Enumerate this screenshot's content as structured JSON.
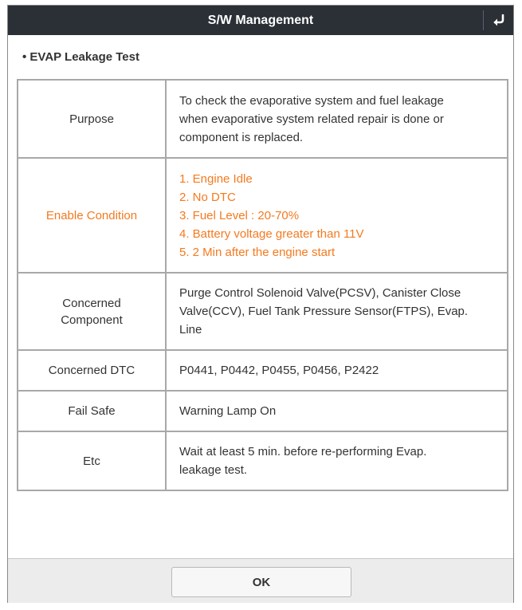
{
  "dialog": {
    "title": "S/W Management",
    "back_icon": "return-arrow-icon",
    "section_title": "• EVAP Leakage Test",
    "ok_label": "OK"
  },
  "colors": {
    "titlebar": "#2b2f36",
    "highlight": "#f47a1f",
    "border": "#a8a8a8"
  },
  "rows": {
    "purpose": {
      "label": "Purpose",
      "lines": [
        "To check the evaporative system and fuel leakage",
        "when evaporative system related repair is done or",
        "component is replaced."
      ]
    },
    "enable": {
      "label": "Enable Condition",
      "lines": [
        "1. Engine Idle",
        "2. No DTC",
        "3. Fuel Level : 20-70%",
        "4. Battery voltage greater than 11V",
        "5. 2 Min after the engine start"
      ]
    },
    "component": {
      "label_lines": [
        "Concerned",
        "Component"
      ],
      "lines": [
        "Purge Control Solenoid Valve(PCSV), Canister Close",
        "Valve(CCV), Fuel Tank Pressure Sensor(FTPS), Evap.",
        "Line"
      ]
    },
    "dtc": {
      "label": "Concerned DTC",
      "value": "P0441, P0442, P0455, P0456, P2422"
    },
    "failsafe": {
      "label": "Fail Safe",
      "value": "Warning Lamp On"
    },
    "etc": {
      "label": "Etc",
      "lines": [
        "Wait at least 5 min. before re-performing Evap.",
        "leakage test."
      ]
    }
  }
}
